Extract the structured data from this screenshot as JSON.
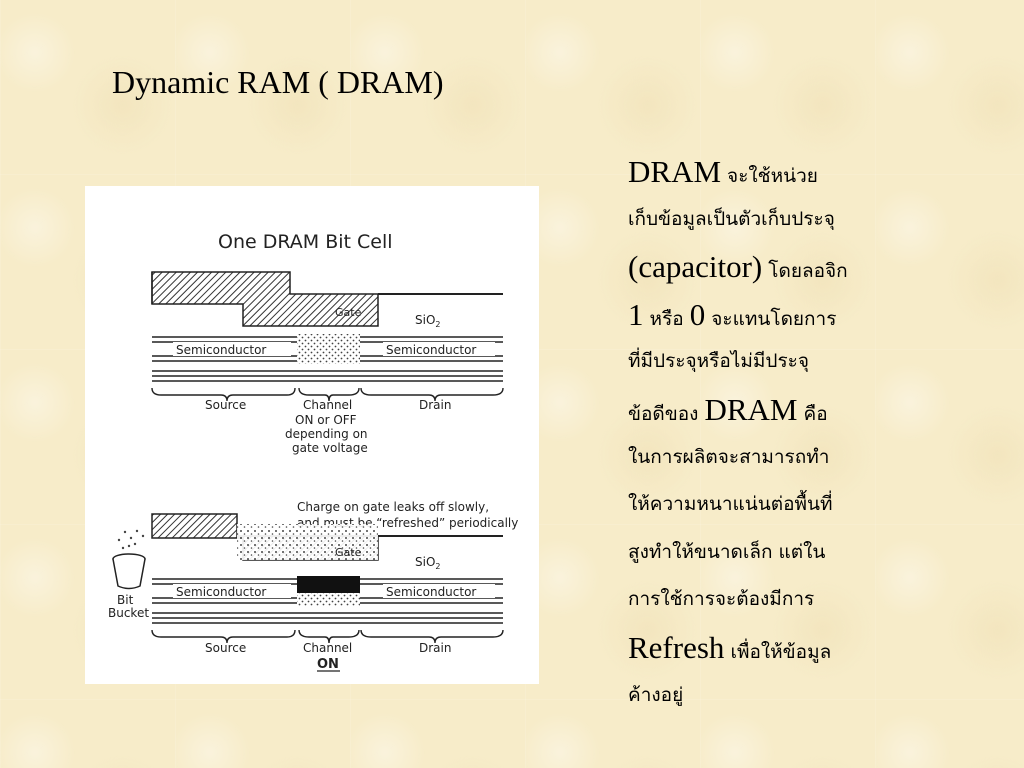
{
  "slide": {
    "title": "Dynamic RAM ( DRAM)"
  },
  "figure": {
    "title": "One DRAM Bit Cell",
    "gate": "Gate",
    "oxide": "SiO",
    "oxide_sub": "2",
    "semiconductor": "Semiconductor",
    "source": "Source",
    "channel": "Channel",
    "drain": "Drain",
    "channel_note_1": "ON or OFF",
    "channel_note_2": "depending on",
    "channel_note_3": "gate voltage",
    "charge_note_1": "Charge on gate leaks off slowly,",
    "charge_note_2": "and must be “refreshed” periodically",
    "bucket_1": "Bit",
    "bucket_2": "Bucket",
    "channel_on": "ON"
  },
  "body": {
    "l1_en": "DRAM",
    "l1_th": " จะใช้หน่วย",
    "l2": "เก็บข้อมูลเป็นตัวเก็บประจุ",
    "l3_en": "(capacitor)",
    "l3_th": " โดยลอจิก",
    "l4_en1": "1",
    "l4_th1": " หรือ ",
    "l4_en2": "0",
    "l4_th2": " จะแทนโดยการ",
    "l5": "ที่มีประจุหรือไม่มีประจุ",
    "l6_th": "ข้อดีของ ",
    "l6_en": "DRAM",
    "l6_th2": " คือ",
    "l7": "ในการผลิตจะสามารถทำ",
    "l8": "ให้ความหนาแน่นต่อพื้นที่",
    "l9": "สูงทำให้ขนาดเล็ก แต่ใน",
    "l10": "การใช้การจะต้องมีการ",
    "l11_en": "Refresh",
    "l11_th": " เพื่อให้ข้อมูล",
    "l12": "ค้างอยู่"
  }
}
